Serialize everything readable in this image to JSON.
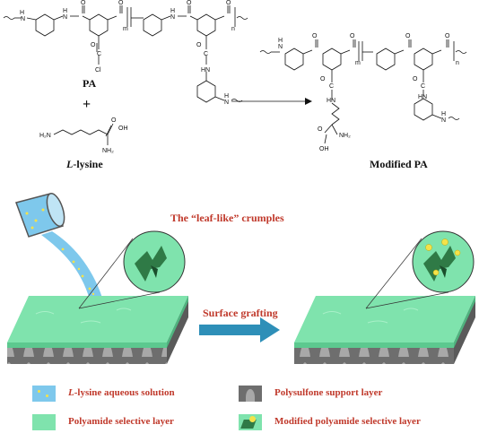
{
  "chemistry": {
    "pa_label": "PA",
    "plus": "+",
    "lysine_label": "L-lysine",
    "lysine_italic": "L",
    "lysine_rest": "-lysine",
    "modified_label": "Modified PA",
    "atoms": {
      "H": "H",
      "N": "N",
      "O": "O",
      "C": "C",
      "Cl": "Cl",
      "HN": "HN",
      "OH": "OH",
      "NH2": "NH₂",
      "H2N": "H₂N",
      "m": "m",
      "n": "n"
    }
  },
  "diagram": {
    "crumples_label": "The “leaf-like” crumples",
    "arrow_label": "Surface grafting"
  },
  "legend": {
    "items": [
      {
        "italic": "L",
        "text": "-lysine aqueous solution"
      },
      {
        "italic": "",
        "text": "Polysulfone support layer"
      },
      {
        "italic": "",
        "text": "Polyamide selective layer"
      },
      {
        "italic": "",
        "text": "Modified polyamide selective layer"
      }
    ]
  },
  "colors": {
    "membrane_top": "#7fe3ad",
    "membrane_side": "#5cc98f",
    "support": "#6e6e6e",
    "support_light": "#a8a8a8",
    "lysine_blue": "#7ec8ec",
    "lysine_dot": "#f4e24a",
    "arrow": "#2e8fb8",
    "label_red": "#c0392b"
  }
}
